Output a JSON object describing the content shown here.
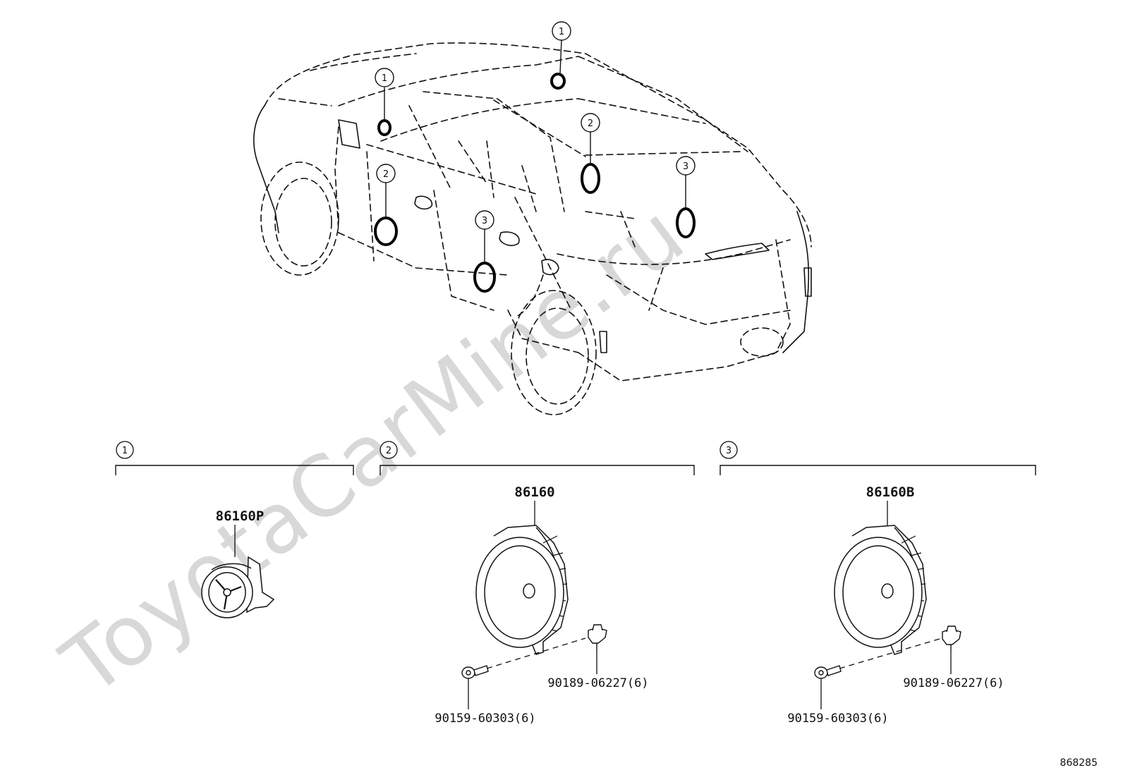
{
  "watermark": "ToyotaCarMine.ru",
  "diagram_ref": "868285",
  "callout_numbers": [
    "1",
    "2",
    "3"
  ],
  "groups": [
    {
      "number": "1",
      "main_part": "86160P",
      "fasteners": []
    },
    {
      "number": "2",
      "main_part": "86160",
      "fasteners": [
        "90189-06227(6)",
        "90159-60303(6)"
      ]
    },
    {
      "number": "3",
      "main_part": "86160B",
      "fasteners": [
        "90189-06227(6)",
        "90159-60303(6)"
      ]
    }
  ]
}
